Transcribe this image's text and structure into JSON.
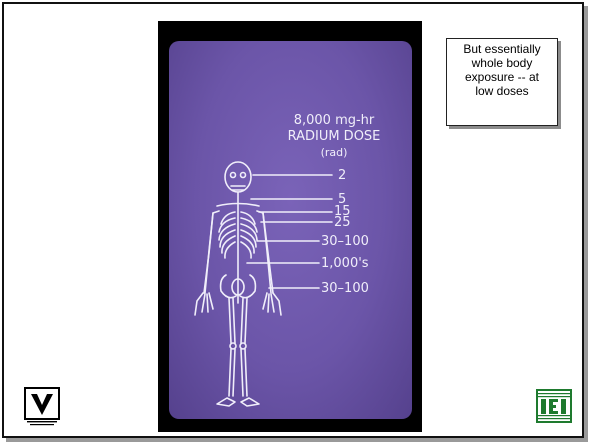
{
  "slide": {
    "heading": {
      "line1": "8,000 mg-hr",
      "line2": "RADIUM DOSE",
      "line3": "(rad)"
    },
    "dose_labels": [
      "2",
      "5",
      "15",
      "25",
      "30–100",
      "1,000's",
      "30–100"
    ],
    "callout": {
      "line1": "But essentially",
      "line2": "whole body",
      "line3": "exposure -- at",
      "line4": "low doses"
    }
  },
  "icons": {
    "left_logo": "vanderbilt-logo-icon",
    "right_logo": "iei-logo-icon",
    "skeleton": "skeleton-diagram-icon"
  },
  "colors": {
    "slide_background": "#6b55a8",
    "photo_border": "#000000",
    "diagram_lines": "#f0eefa"
  }
}
